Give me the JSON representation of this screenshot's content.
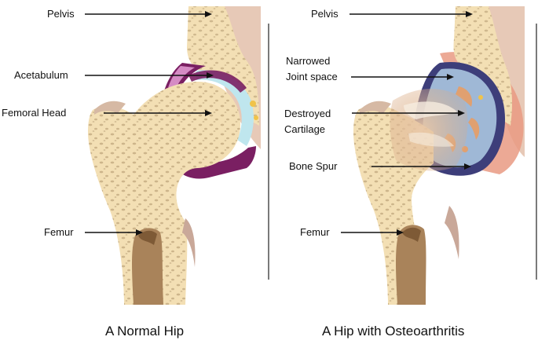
{
  "diagram": {
    "normal_hip": {
      "caption": "A Normal Hip",
      "labels": {
        "pelvis": "Pelvis",
        "acetabulum": "Acetabulum",
        "femoral_head": "Femoral Head",
        "femur": "Femur"
      }
    },
    "oa_hip": {
      "caption": "A Hip with Osteoarthritis",
      "labels": {
        "pelvis": "Pelvis",
        "joint_space_line1": "Narrowed",
        "joint_space_line2": "Joint space",
        "cartilage_line1": "Destroyed",
        "cartilage_line2": "Cartilage",
        "bone_spur": "Bone Spur",
        "femur": "Femur"
      }
    },
    "colors": {
      "bone": "#f3dfb4",
      "bone_pore": "#c6ae84",
      "pelvis_tissue": "#e7c9b7",
      "marrow": "#a9835a",
      "cartilage": "#bfe6ee",
      "synovium": "#7a1f62",
      "synovium_light": "#d58bc4",
      "inflamed": "#e99a83",
      "damaged_cartilage": "#9fb8d6"
    }
  }
}
